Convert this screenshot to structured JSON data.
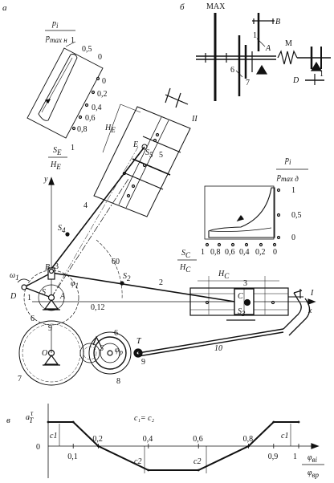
{
  "panels": {
    "a": "а",
    "b": "б",
    "c": "в"
  },
  "diagram_a": {
    "pmax_h_plot": {
      "frac_num": "p",
      "frac_num_sub": "i",
      "frac_den": "p",
      "frac_den_sub": "max н",
      "ticks_top": [
        "1",
        "0,5",
        "0"
      ],
      "ticks_right": [
        "0",
        "0,2",
        "0,4",
        "0,6",
        "0,8",
        "1"
      ]
    },
    "engine": {
      "roman_II": "II",
      "roman_I": "I",
      "HE": "H",
      "HE_sub": "E",
      "S5": "S",
      "S5_sub": "5",
      "E": "E",
      "five": "5",
      "SE_HE": {
        "num": "S",
        "num_sub": "E",
        "den": "H",
        "den_sub": "E"
      }
    },
    "mechanism": {
      "y": "y",
      "x": "x",
      "four": "4",
      "S4": "S",
      "S4_sub": "4",
      "B": "B",
      "three_b": "3",
      "sixty": "60",
      "S2": "S",
      "S2_sub": "2",
      "two": "2",
      "omega": "ω",
      "omega_sub": "1",
      "phi": "φ",
      "phi_sub": "1",
      "D": "D",
      "one": "1",
      "S": "S",
      "A": "A",
      "six": "6",
      "point012": "0,12",
      "nine": "9",
      "O": "O",
      "seven": "7",
      "six_gear": "6",
      "S_gear": "S",
      "phi_p": "φ",
      "phi_p_sub": "p",
      "eight": "8",
      "T": "T",
      "nine_T": "9",
      "ten": "10",
      "C": "C",
      "three": "3",
      "S3": "S",
      "S3_sub": "3",
      "HC": "H",
      "HC_sub": "C"
    },
    "pmax_d_plot": {
      "frac_num": "p",
      "frac_num_sub": "i",
      "frac_den": "p",
      "frac_den_sub": "max д",
      "ticks_right": [
        "1",
        "0,5",
        "0"
      ],
      "ticks_bottom": [
        "1",
        "0,8",
        "0,6",
        "0,4",
        "0,2",
        "0"
      ],
      "SC_HC": {
        "num": "S",
        "num_sub": "C",
        "den": "H",
        "den_sub": "C"
      }
    }
  },
  "diagram_b": {
    "max": "MAX",
    "B": "B",
    "one": "1",
    "A": "A",
    "M": "M",
    "six": "6",
    "seven": "7",
    "D": "D",
    "one_d": "1"
  },
  "chart_c": {
    "ylabel": "a",
    "ylabel_sup": "τ",
    "ylabel_sub": "T",
    "equation": "c₁= c₂",
    "c1": "c1",
    "c2": "c2",
    "zero": "0",
    "ticks": [
      "0,1",
      "0,2",
      "0,4",
      "0,6",
      "0,8",
      "0,9",
      "1"
    ],
    "xlabel_num": "φ",
    "xlabel_num_sub": "вi",
    "xlabel_den": "φ",
    "xlabel_den_sub": "вр"
  },
  "chart_data": {
    "type": "line",
    "title": "",
    "xlabel": "φвi / φвр",
    "ylabel": "aτT",
    "x": [
      0,
      0.1,
      0.2,
      0.4,
      0.6,
      0.8,
      0.9,
      1
    ],
    "series": [
      {
        "values": [
          1,
          1,
          0,
          -1,
          -1,
          0,
          1,
          1
        ]
      }
    ],
    "note": "c1 = c2"
  },
  "colors": {
    "ink": "#111111",
    "background": "#ffffff"
  }
}
